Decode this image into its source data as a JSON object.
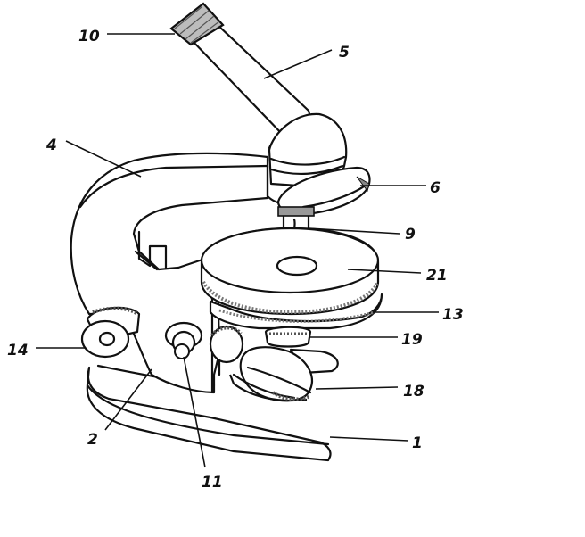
{
  "labels": {
    "eyepiece": "10",
    "tube": "5",
    "arm": "4",
    "revolver": "6",
    "objective": "9",
    "stage": "21",
    "stage_holder": "13",
    "fine_focus": "19",
    "mirror": "18",
    "base": "1",
    "pillar": "2",
    "coarse_focus_knob": "11",
    "focus_knob": "14"
  }
}
